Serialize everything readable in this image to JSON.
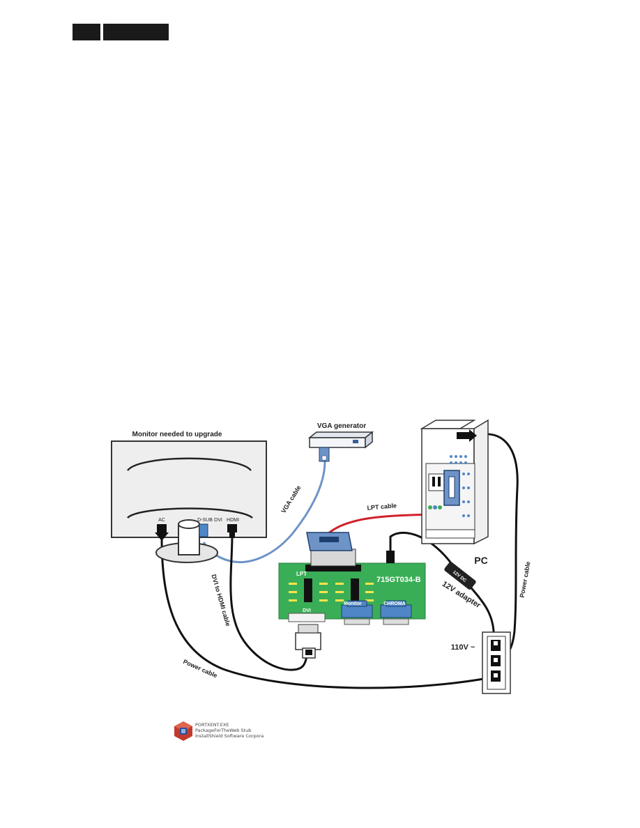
{
  "header": {
    "left_block": "",
    "right_block": ""
  },
  "diagram": {
    "monitor_title": "Monitor needed to upgrade",
    "monitor_ports": {
      "ac": "AC",
      "dsub": "D-SUB",
      "dvi": "DVI",
      "hdmi": "HDMI"
    },
    "vga_generator": "VGA generator",
    "pc": "PC",
    "board_name": "715GT034-B",
    "board_ports": {
      "lpt": "LPT",
      "dvi": "DVI",
      "monitor": "Monitor",
      "chroma": "CHROMA"
    },
    "cables": {
      "vga": "VGA cable",
      "lpt": "LPT cable",
      "dvi_hdmi": "DVI to HDMI cable",
      "power_left": "Power cable",
      "power_right": "Power cable",
      "adapter_box": "12V DC",
      "adapter": "12V adapter"
    },
    "outlet": "110V ~"
  },
  "installer": {
    "line1": "PORTXENT.EXE",
    "line2": "PackageForTheWeb Stub",
    "line3": "InstallShield Software Corpora"
  },
  "colors": {
    "vga_cable": "#6d93c7",
    "lpt_cable": "#d0202a",
    "board": "#3aae56",
    "connector_blue": "#4f86c6"
  }
}
